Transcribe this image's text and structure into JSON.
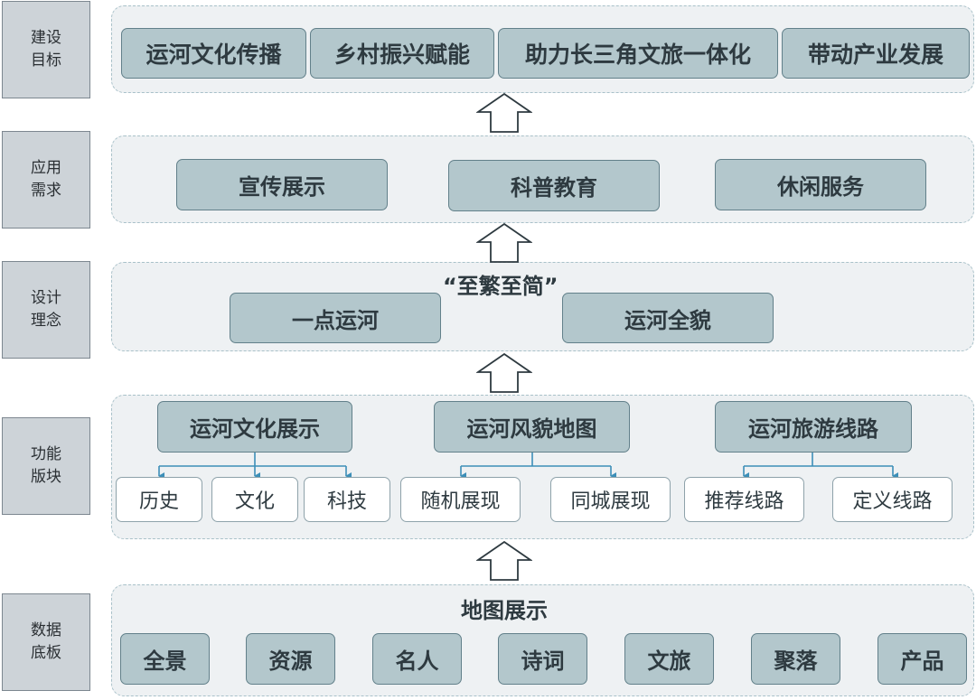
{
  "rows": [
    {
      "label": "建设\n目标"
    },
    {
      "label": "应用\n需求"
    },
    {
      "label": "设计\n理念"
    },
    {
      "label": "功能\n版块"
    },
    {
      "label": "数据\n底板"
    }
  ],
  "goals": [
    "运河文化传播",
    "乡村振兴赋能",
    "助力长三角文旅一体化",
    "带动产业发展"
  ],
  "needs": [
    "宣传展示",
    "科普教育",
    "休闲服务"
  ],
  "design": {
    "title": "“至繁至简”",
    "items": [
      "一点运河",
      "运河全貌"
    ]
  },
  "modules": [
    {
      "name": "运河文化展示",
      "children": [
        "历史",
        "文化",
        "科技"
      ]
    },
    {
      "name": "运河风貌地图",
      "children": [
        "随机展现",
        "同城展现"
      ]
    },
    {
      "name": "运河旅游线路",
      "children": [
        "推荐线路",
        "定义线路"
      ]
    }
  ],
  "data_base": {
    "title": "地图展示",
    "items": [
      "全景",
      "资源",
      "名人",
      "诗词",
      "文旅",
      "聚落",
      "产品"
    ]
  },
  "colors": {
    "box_fill": "#b3c7cc",
    "box_border": "#62808a",
    "panel_fill": "#eef1f3",
    "connector": "#3d8fb8"
  }
}
